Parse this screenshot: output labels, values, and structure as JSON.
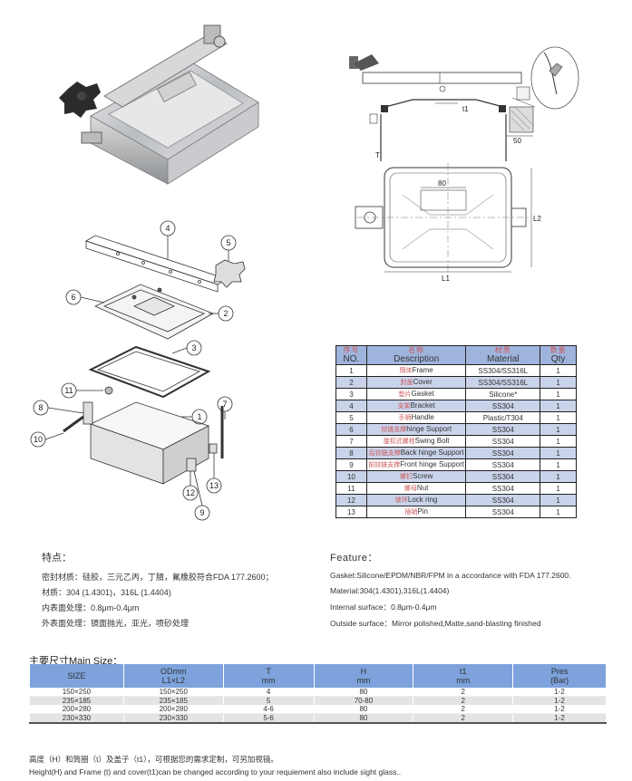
{
  "drawing": {
    "t1_label": "t1",
    "t_label": "T",
    "width_50": "50",
    "width_80": "80",
    "l1_label": "L1",
    "l2_label": "L2"
  },
  "explode": {
    "callouts": [
      "4",
      "5",
      "6",
      "2",
      "3",
      "11",
      "8",
      "10",
      "1",
      "7",
      "12",
      "13",
      "9"
    ]
  },
  "parts_table": {
    "headers": [
      {
        "cn": "序号",
        "en": "NO."
      },
      {
        "cn": "名称",
        "en": "Description"
      },
      {
        "cn": "材质",
        "en": "Material"
      },
      {
        "cn": "数量",
        "en": "Qty"
      }
    ],
    "rows": [
      {
        "no": "1",
        "cn": "筒体",
        "en": "Frame",
        "material": "SS304/SS316L",
        "qty": "1"
      },
      {
        "no": "2",
        "cn": "封盖",
        "en": "Cover",
        "material": "SS304/SS316L",
        "qty": "1"
      },
      {
        "no": "3",
        "cn": "垫片",
        "en": "Gasket",
        "material": "Silicone*",
        "qty": "1"
      },
      {
        "no": "4",
        "cn": "支架",
        "en": "Bracket",
        "material": "SS304",
        "qty": "1"
      },
      {
        "no": "5",
        "cn": "手柄",
        "en": "Handle",
        "material": "Plastic/T304",
        "qty": "1"
      },
      {
        "no": "6",
        "cn": "铰链支撑",
        "en": "hinge Support",
        "material": "SS304",
        "qty": "1"
      },
      {
        "no": "7",
        "cn": "旋扣式螺栓",
        "en": "Swing Bolt",
        "material": "SS304",
        "qty": "1"
      },
      {
        "no": "8",
        "cn": "后铰链支撑",
        "en": "Back hinge Support",
        "material": "SS304",
        "qty": "1"
      },
      {
        "no": "9",
        "cn": "前铰链支撑",
        "en": "Front hinge Support",
        "material": "SS304",
        "qty": "1"
      },
      {
        "no": "10",
        "cn": "螺钉",
        "en": "Screw",
        "material": "SS304",
        "qty": "1"
      },
      {
        "no": "11",
        "cn": "螺母",
        "en": "Nut",
        "material": "SS304",
        "qty": "1"
      },
      {
        "no": "12",
        "cn": "锁环",
        "en": "Lock ring",
        "material": "SS304",
        "qty": "1"
      },
      {
        "no": "13",
        "cn": "插销",
        "en": "Pin",
        "material": "SS304",
        "qty": "1"
      }
    ]
  },
  "features_cn": {
    "title": "特点：",
    "lines": [
      "密封材质：硅胶，三元乙丙，丁腈，氟橡胶符合FDA 177.2600；",
      "材质：304 (1.4301)，316L (1.4404)",
      "内表面处理：0.8μm-0.4μm",
      "外表面处理：镜面抛光，亚光，喷砂处理"
    ]
  },
  "features_en": {
    "title": "Feature：",
    "lines": [
      "Gasket:Silicone/EPDM/NBR/FPM in a accordance with FDA 177.2600.",
      "Material:304(1.4301),316L(1.4404)",
      "Internal surface：0.8μm-0.4μm",
      "Outside surface：Mirror polished,Matte,sand-blasting finished"
    ]
  },
  "main_size": {
    "title": "主要尺寸Main Size：",
    "headers": [
      {
        "l1": "SIZE",
        "l2": ""
      },
      {
        "l1": "ODmm",
        "l2": "L1×L2"
      },
      {
        "l1": "T",
        "l2": "mm"
      },
      {
        "l1": "H",
        "l2": "mm"
      },
      {
        "l1": "t1",
        "l2": "mm"
      },
      {
        "l1": "Pres",
        "l2": "(Bar)"
      }
    ],
    "rows": [
      [
        "150×250",
        "150×250",
        "4",
        "80",
        "2",
        "1-2"
      ],
      [
        "235×185",
        "235×185",
        "5",
        "70-80",
        "2",
        "1-2"
      ],
      [
        "200×280",
        "200×280",
        "4-6",
        "80",
        "2",
        "1-2"
      ],
      [
        "230×330",
        "230×330",
        "5-6",
        "80",
        "2",
        "1-2"
      ]
    ]
  },
  "notes": {
    "cn": "高度（H）和筒圈（t）及盖子（t1），可根据您的需求定制，可另加视镜。",
    "en": "Height(H) and Frame (t) and cover(t1)can be changed according to your requiement  also include sight glass.."
  }
}
